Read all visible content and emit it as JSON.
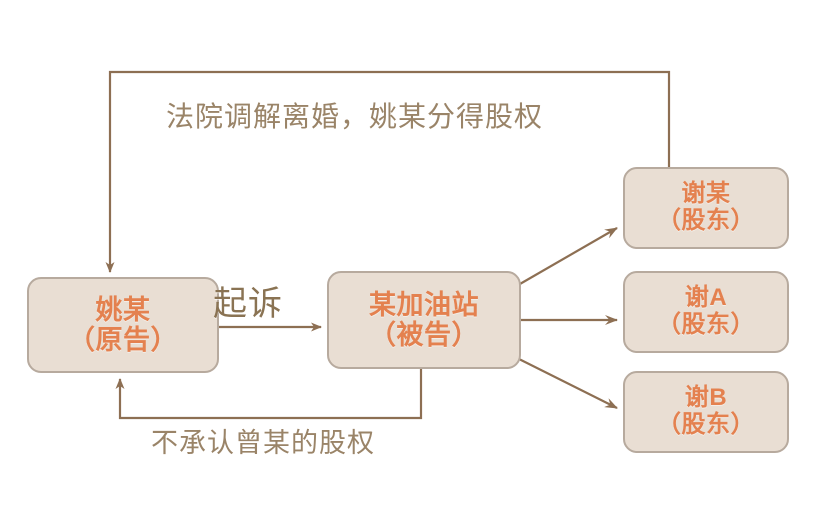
{
  "diagram": {
    "title_present": false,
    "colors": {
      "node_fill": "#e9ded3",
      "node_border": "#b7aa9e",
      "node_text": "#e4814f",
      "edge_line": "#8d6f53",
      "label_text": "#9a8468",
      "background": "#ffffff"
    },
    "nodes": [
      {
        "id": "yao",
        "line1": "姚某",
        "line2": "（原告）"
      },
      {
        "id": "station",
        "line1": "某加油站",
        "line2": "（被告）"
      },
      {
        "id": "xie_mou",
        "line1": "谢某",
        "line2": "（股东）"
      },
      {
        "id": "xie_a",
        "line1": "谢A",
        "line2": "（股东）"
      },
      {
        "id": "xie_b",
        "line1": "谢B",
        "line2": "（股东）"
      }
    ],
    "edge_labels": {
      "divorce": "法院调解离婚，姚某分得股权",
      "sue": "起诉",
      "deny": "不承认曾某的股权"
    },
    "edges": [
      {
        "id": "xie-mou-to-yao",
        "from": "xie_mou",
        "to": "yao",
        "label": "法院调解离婚，姚某分得股权",
        "style": "orthogonal-top"
      },
      {
        "id": "yao-to-station",
        "from": "yao",
        "to": "station",
        "label": "起诉",
        "style": "straight-horizontal"
      },
      {
        "id": "station-to-xie-mou",
        "from": "station",
        "to": "xie_mou",
        "label": "",
        "style": "diagonal-up"
      },
      {
        "id": "station-to-xie-a",
        "from": "station",
        "to": "xie_a",
        "label": "",
        "style": "straight-horizontal"
      },
      {
        "id": "station-to-xie-b",
        "from": "station",
        "to": "xie_b",
        "label": "",
        "style": "diagonal-down"
      },
      {
        "id": "station-to-yao",
        "from": "station",
        "to": "yao",
        "label": "不承认曾某的股权",
        "style": "orthogonal-bottom"
      }
    ]
  }
}
